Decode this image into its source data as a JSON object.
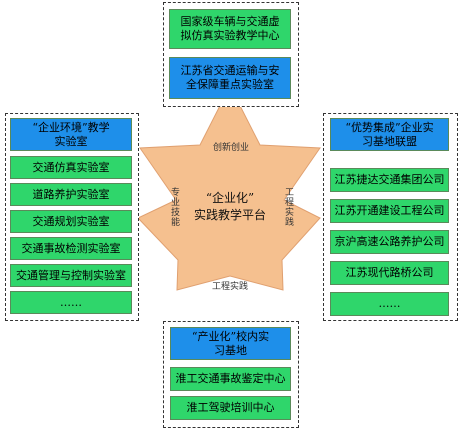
{
  "top": {
    "items": [
      "国家级车辆与交通虚拟仿真实验教学中心",
      "江苏省交通运输与安全保障重点实验室"
    ]
  },
  "left": {
    "header": "“企业环境”教学实验室",
    "items": [
      "交通仿真实验室",
      "道路养护实验室",
      "交通规划实验室",
      "交通事故检测实验室",
      "交通管理与控制实验室",
      "……"
    ]
  },
  "right": {
    "header": "“优势集成”企业实习基地联盟",
    "items": [
      "江苏捷达交通集团公司",
      "江苏开通建设工程公司",
      "京沪高速公路养护公司",
      "江苏现代路桥公司",
      "……"
    ]
  },
  "bottom": {
    "header": "“产业化”校内实习基地",
    "items": [
      "淮工交通事故鉴定中心",
      "淮工驾驶培训中心"
    ]
  },
  "center": {
    "title_line1": "“企业化”",
    "title_line2": "实践教学平台",
    "label_top": "创新创业",
    "label_left": "专业技能",
    "label_right": "工程实践",
    "label_bottom": "工程实践"
  },
  "colors": {
    "green": "#2fd66b",
    "blue": "#1e8fea",
    "star": "#f5c08f"
  }
}
